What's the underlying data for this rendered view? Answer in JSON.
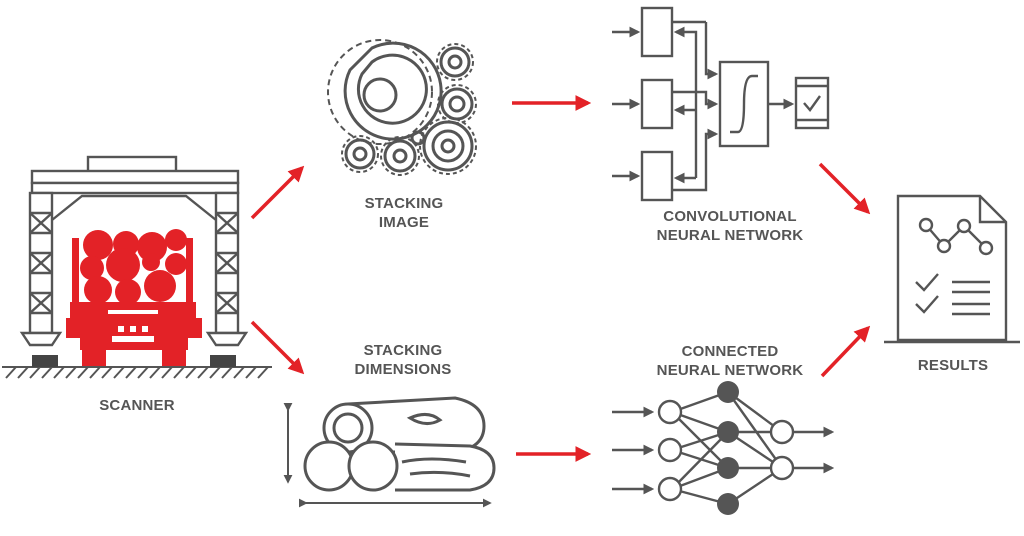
{
  "labels": {
    "scanner": "SCANNER",
    "stacking_image": [
      "STACKING",
      "IMAGE"
    ],
    "stacking_dimensions": [
      "STACKING",
      "DIMENSIONS"
    ],
    "cnn": [
      "CONVOLUTIONAL",
      "NEURAL NETWORK"
    ],
    "connected_nn": [
      "CONNECTED",
      "NEURAL NETWORK"
    ],
    "results": "RESULTS"
  },
  "icons": {
    "scanner": "scanner-gantry-icon",
    "stacking_image": "log-cross-sections-icon",
    "stacking_dimensions": "log-stack-dimensions-icon",
    "cnn": "convolutional-network-icon",
    "connected_nn": "connected-network-icon",
    "results": "results-report-icon"
  },
  "colors": {
    "accent": "#e32227",
    "line": "#555555"
  }
}
